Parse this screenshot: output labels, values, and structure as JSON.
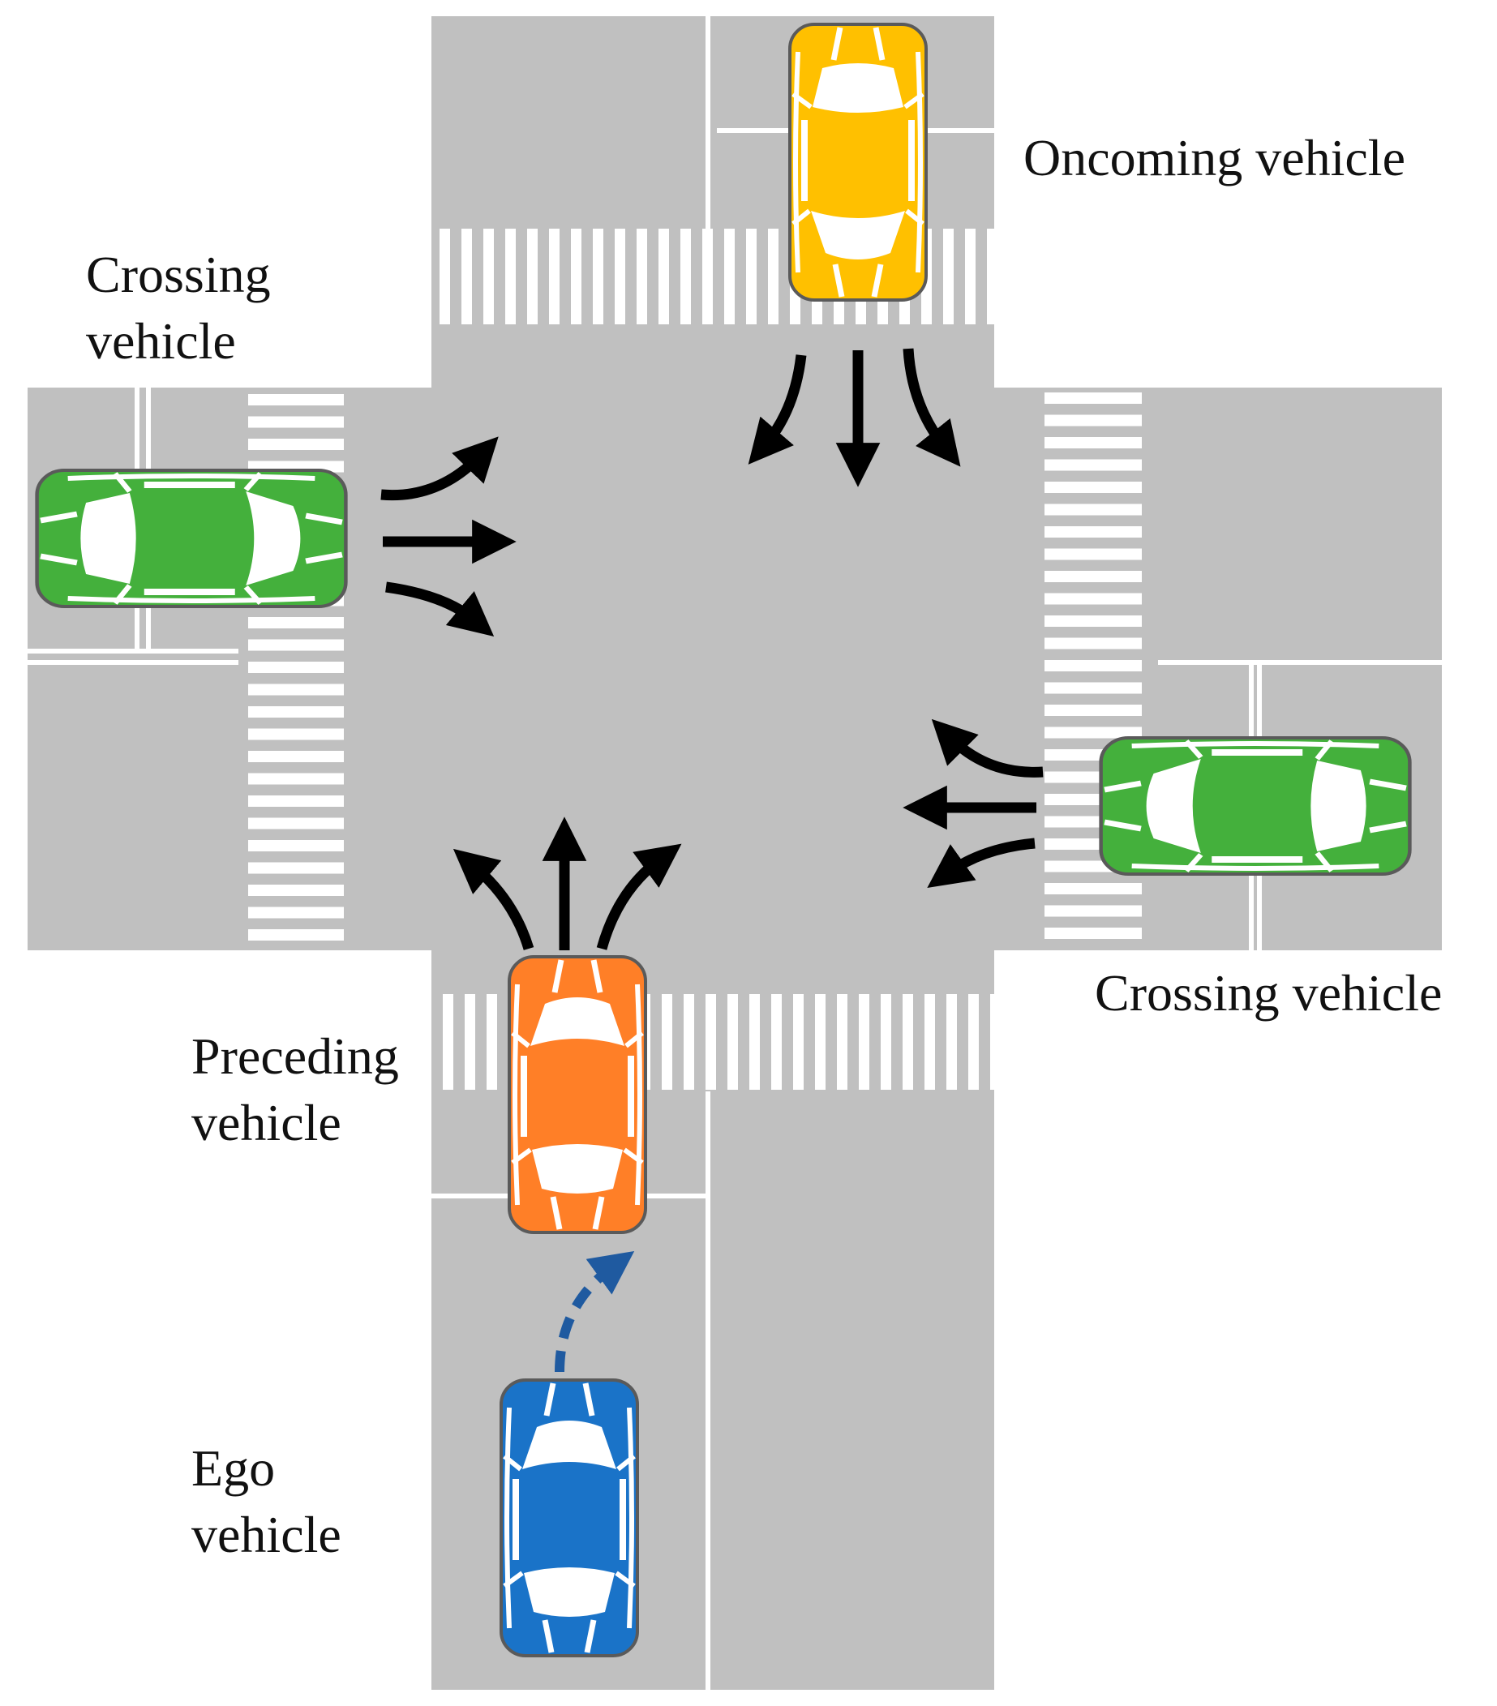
{
  "labels": {
    "oncoming": "Oncoming vehicle",
    "crossing_left_line1": "Crossing",
    "crossing_left_line2": "vehicle",
    "crossing_right": "Crossing vehicle",
    "preceding_line1": "Preceding",
    "preceding_line2": "vehicle",
    "ego_line1": "Ego",
    "ego_line2": "vehicle"
  },
  "colors": {
    "road": "#c0c0c0",
    "marking": "#ffffff",
    "arrow": "#000000",
    "ego_path": "#1f5aa0",
    "oncoming_vehicle": "#ffc000",
    "crossing_vehicle": "#44b03c",
    "preceding_vehicle": "#ff7f27",
    "ego_vehicle": "#1a73c8",
    "vehicle_outline": "#5a5a5a"
  }
}
